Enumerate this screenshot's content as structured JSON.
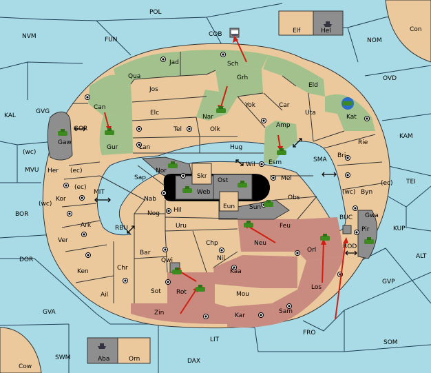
{
  "labels": {
    "pol": "POL",
    "nvm": "NVM",
    "fun": "FUN",
    "cob": "COB",
    "nom": "NOM",
    "elf": "Elf",
    "hel": "Hel",
    "con": "Con",
    "kal": "KAL",
    "gvg": "GVG",
    "ovd": "OVD",
    "kam": "KAM",
    "tei": "TEI",
    "mvu": "MVU",
    "bor": "BOR",
    "dor": "DOR",
    "alt": "ALT",
    "gvp": "GVP",
    "gva": "GVA",
    "fro": "FRO",
    "som": "SOM",
    "lit": "LIT",
    "swm": "SWM",
    "dax": "DAX",
    "cow": "Cow",
    "aba": "Aba",
    "orn": "Orn",
    "jad": "Jad",
    "sch": "Sch",
    "qua": "Qua",
    "grh": "Grh",
    "eld": "Eld",
    "jos": "Jos",
    "can": "Can",
    "car": "Car",
    "uta": "Uta",
    "kat": "Kat",
    "yok": "Yok",
    "nar": "Nar",
    "elc": "Elc",
    "amp": "Amp",
    "gor": "GOR",
    "gaw": "Gaw",
    "gur": "Gur",
    "tel": "Tel",
    "olk": "Olk",
    "lan": "Lan",
    "hug": "Hug",
    "rie": "Rie",
    "bri": "Bri",
    "esm": "Esm",
    "sma": "SMA",
    "wc1": "(wc)",
    "her": "Her",
    "ec1": "(ec)",
    "nor": "Nor",
    "skr": "Skr",
    "wil": "Wil",
    "ost": "Ost",
    "mel": "Mel",
    "wc2": "(wc)",
    "byn": "Byn",
    "ec2": "(ec)",
    "sap": "Sap",
    "web": "Web",
    "ec3": "(ec)",
    "mit": "MIT",
    "kor": "Kor",
    "wc3": "(wc)",
    "nab": "Nab",
    "eun": "Eun",
    "obs": "Obs",
    "sun": "Sun",
    "gwa": "Gwa",
    "pir": "Pir",
    "buc": "BUC",
    "kup": "KUP",
    "hil": "Hil",
    "nog": "Nog",
    "ark": "Ark",
    "rbu": "RBU",
    "uru": "Uru",
    "feu": "Feu",
    "neu": "Neu",
    "ver": "Ver",
    "chp": "Chp",
    "orl": "Orl",
    "rod": "ROD",
    "bar": "Bar",
    "qwi": "Qwi",
    "nil": "Nil",
    "ken": "Ken",
    "chr": "Chr",
    "kaa": "Kaa",
    "los": "Los",
    "rot": "Rot",
    "ail": "Ail",
    "sot": "Sot",
    "mou": "Mou",
    "zin": "Zin",
    "kar": "Kar",
    "sam": "Sam"
  },
  "colors": {
    "sea": "#a9dbe6",
    "neutral": "#ebc99d",
    "green_power": "#a2c18c",
    "red_power": "#c98a80",
    "impassable": "#8e8e8e",
    "order_arrow": "#d01f10",
    "army": "#3d8a1e"
  }
}
